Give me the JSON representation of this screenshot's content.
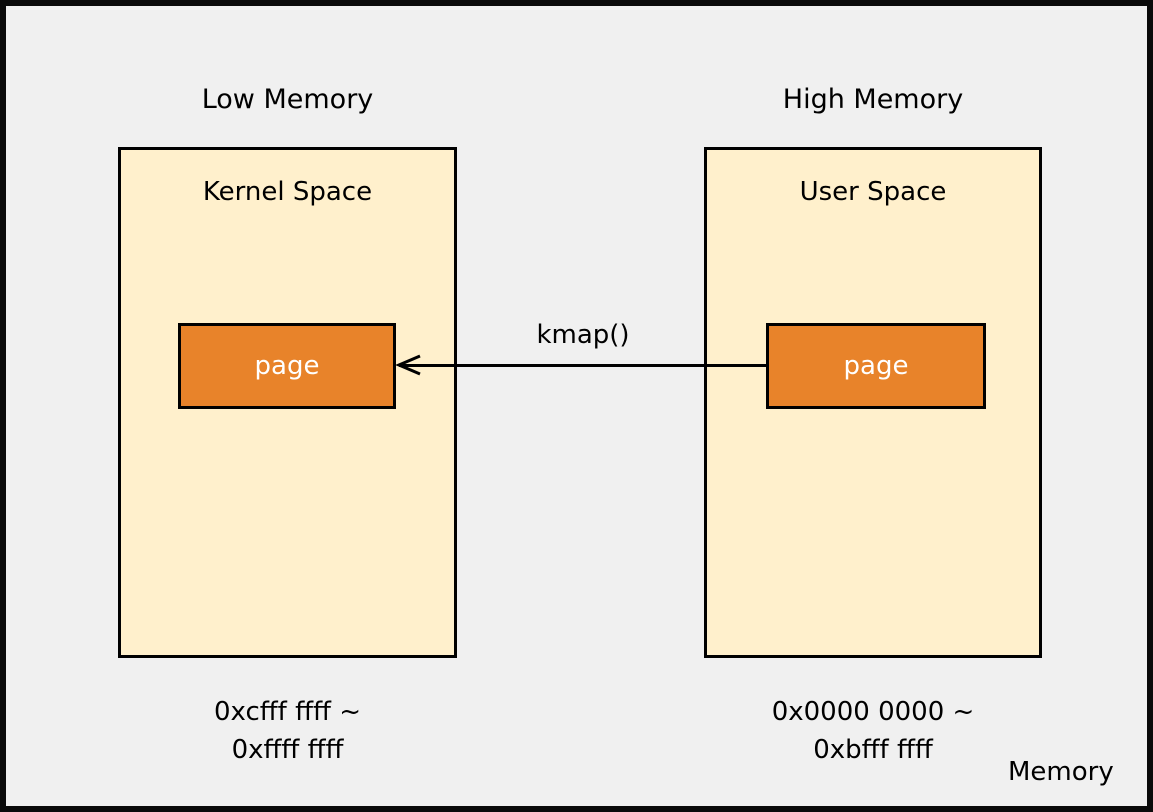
{
  "diagram": {
    "title_left": "Low Memory",
    "title_right": "High Memory",
    "corner_label": "Memory",
    "colors": {
      "background": "#f0f0f0",
      "region_fill": "#fff0cc",
      "page_fill": "#e8832a",
      "stroke": "#000000",
      "page_text": "#ffffff"
    },
    "regions": [
      {
        "heading": "Low Memory",
        "label": "Kernel Space",
        "page_label": "page",
        "address_line1": "0xcfff ffff ~",
        "address_line2": "0xffff ffff"
      },
      {
        "heading": "High Memory",
        "label": "User Space",
        "page_label": "page",
        "address_line1": "0x0000 0000 ~",
        "address_line2": "0xbfff ffff"
      }
    ],
    "arrow": {
      "label": "kmap()",
      "direction": "right-to-left",
      "from": "User Space page",
      "to": "Kernel Space page"
    }
  }
}
